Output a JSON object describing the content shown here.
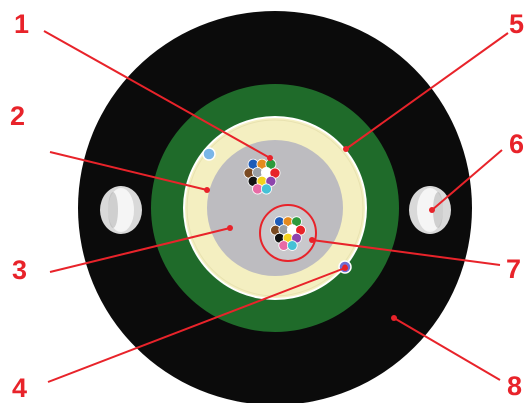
{
  "callouts": [
    {
      "id": "1",
      "label": "1"
    },
    {
      "id": "2",
      "label": "2"
    },
    {
      "id": "3",
      "label": "3"
    },
    {
      "id": "4",
      "label": "4"
    },
    {
      "id": "5",
      "label": "5"
    },
    {
      "id": "6",
      "label": "6"
    },
    {
      "id": "7",
      "label": "7"
    },
    {
      "id": "8",
      "label": "8"
    }
  ],
  "colors": {
    "callout": "#e8232a",
    "outer_sheath": "#0b0b0b",
    "armor_layer": "#1f6b2a",
    "inner_jacket": "#f4efc1",
    "core": "#bdbcc0",
    "buffer_tube_ring": "#e8232a",
    "strength_member": "#e8e8e8"
  },
  "fiber_colors": [
    "#1d5bb8",
    "#e58a1f",
    "#2e9a3c",
    "#7a4a22",
    "#9aa0a6",
    "#ffffff",
    "#e8232a",
    "#111111",
    "#f2d21d",
    "#8e44ad",
    "#e86aa6",
    "#46c1d6"
  ]
}
